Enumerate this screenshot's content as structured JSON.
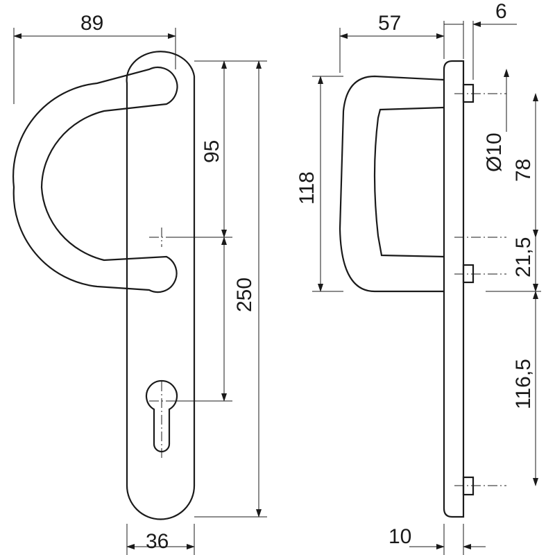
{
  "drawing": {
    "dimensions": {
      "handle_projection": "89",
      "side_projection": "57",
      "plate_offset": "6",
      "upper_to_center": "95",
      "plate_length": "250",
      "handle_height": "118",
      "screw_diameter": "Ø10",
      "upper_spacing": "78",
      "middle_spacing": "21,5",
      "lower_spacing": "116,5",
      "plate_width": "36",
      "plate_thickness": "10"
    }
  }
}
